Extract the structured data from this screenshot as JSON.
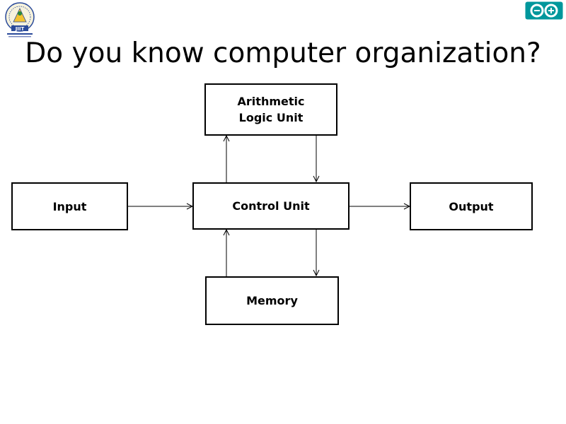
{
  "slide": {
    "title": "Do you know computer organization?"
  },
  "logos": {
    "left_logo_icon": "institute-seal-icon",
    "right_logo_icon": "infinity-logo-icon",
    "left_logo_text": "JIIT",
    "accent_teal": "#00979C",
    "seal_blue": "#2a4a9a",
    "seal_yellow": "#f2c230"
  },
  "diagram": {
    "nodes": {
      "alu": "Arithmetic\nLogic Unit",
      "input": "Input",
      "control": "Control Unit",
      "output": "Output",
      "memory": "Memory"
    }
  }
}
